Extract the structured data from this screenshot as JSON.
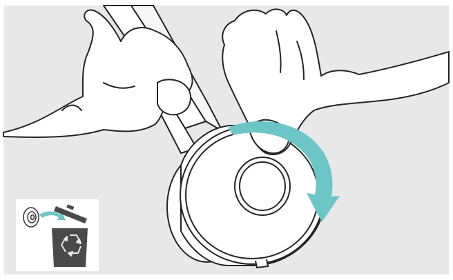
{
  "illustration": {
    "background_color": "#e8e8e8",
    "line_color": "#222222",
    "arrow_color": "#6cc5c7",
    "step": "remove-ear-cushion-by-rotating",
    "icons": [
      "hands",
      "headset-earcup",
      "ear-cushion",
      "rotate-arrow"
    ]
  },
  "disposal_inset": {
    "icons": [
      "ear-cushion-icon",
      "curved-arrow-icon",
      "recycle-bin-icon",
      "recycle-symbol-icon"
    ],
    "bin_color": "#4a4a4a",
    "arrow_color": "#6cc5c7"
  }
}
